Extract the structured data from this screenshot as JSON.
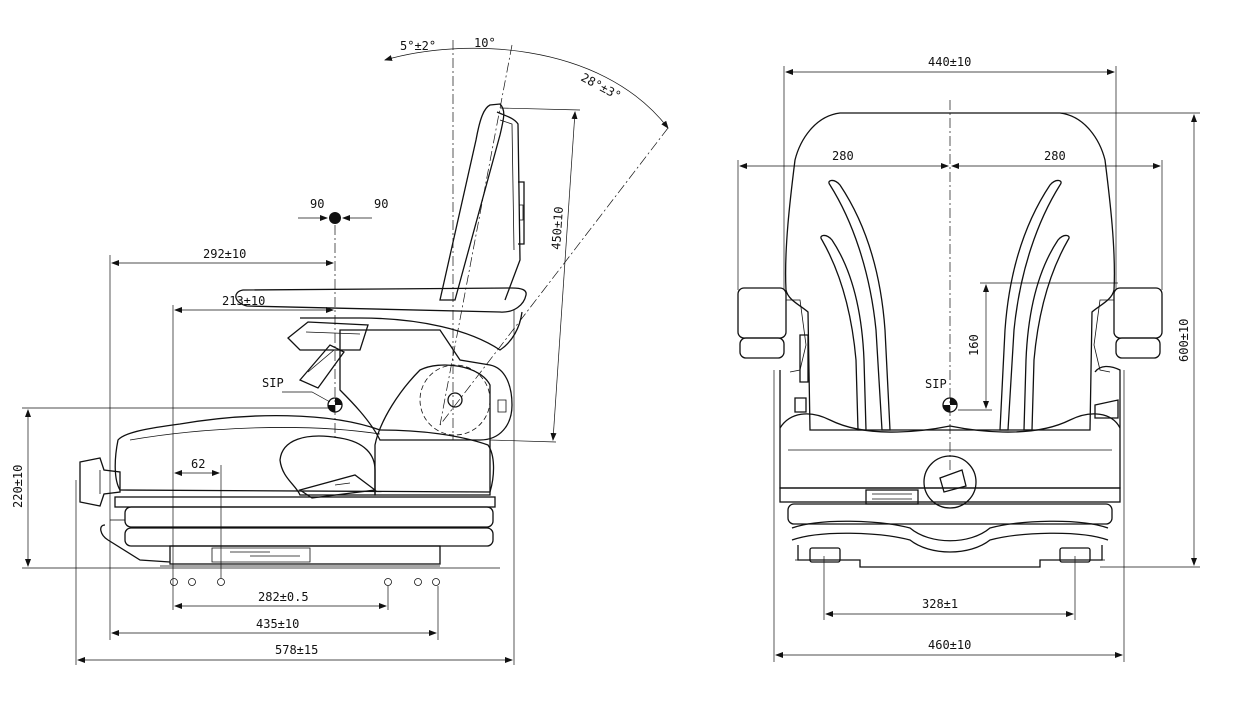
{
  "side_view": {
    "angle_recline": "5°±2°",
    "angle_back": "10°",
    "angle_range": "28°±3°",
    "adjust_left": "90",
    "adjust_right": "90",
    "armrest_to_back": "292±10",
    "armrest_pad": "213±10",
    "back_height": "450±10",
    "sip_label": "SIP",
    "seat_height": "220±10",
    "offset_62": "62",
    "rail_pitch": "282±0.5",
    "base_length": "435±10",
    "overall_depth": "578±15"
  },
  "front_view": {
    "back_width": "440±10",
    "half_left": "280",
    "half_right": "280",
    "sip_height": "160",
    "sip_label": "SIP",
    "overall_height": "600±10",
    "rail_spacing": "328±1",
    "overall_width": "460±10"
  }
}
